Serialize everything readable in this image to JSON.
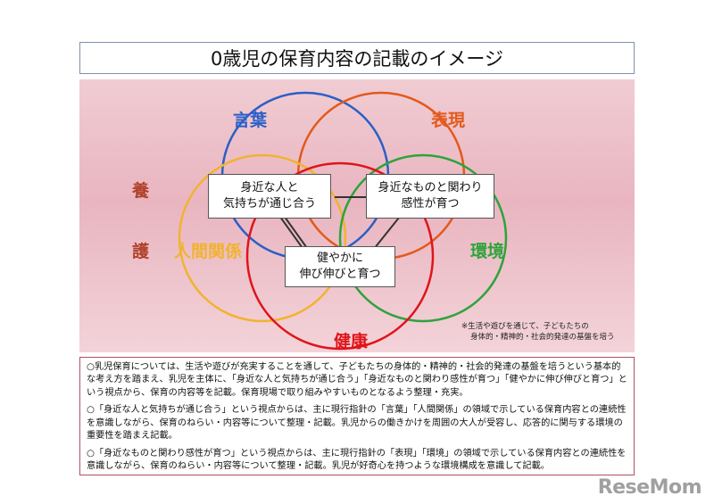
{
  "title": "0歳児の保育内容の記載のイメージ",
  "diagram": {
    "labels": {
      "kotoba": "言葉",
      "hyogen": "表現",
      "ningen": "人間関係",
      "kankyo": "環境",
      "kenko": "健康",
      "yo": "養",
      "go": "護"
    },
    "boxes": {
      "left": [
        "身近な人と",
        "気持ちが通じ合う"
      ],
      "right": [
        "身近なものと関わり",
        "感性が育つ"
      ],
      "center": [
        "健やかに",
        "伸び伸びと育つ"
      ]
    },
    "note": [
      "※生活や遊びを通じて、子どもたちの",
      "身体的・精神的・社会的発達の基盤を培う"
    ],
    "colors": {
      "kotoba": "#2a5fc7",
      "hyogen": "#e25a1c",
      "ningen": "#f1b330",
      "kankyo": "#2ea33b",
      "kenko": "#e0141a",
      "yogo": "#b0412a"
    }
  },
  "text_block": {
    "paragraphs": [
      "○乳児保育については、生活や遊びが充実することを通して、子どもたちの身体的・精神的・社会的発達の基盤を培うという基本的な考え方を踏まえ、乳児を主体に、「身近な人と気持ちが通じ合う」「身近なものと関わり感性が育つ」「健やかに伸び伸びと育つ」という視点から、保育の内容等を記載。保育現場で取り組みやすいものとなるよう整理・充実。",
      "○「身近な人と気持ちが通じ合う」という視点からは、主に現行指針の「言葉」「人間関係」の領域で示している保育内容との連続性を意識しながら、保育のねらい・内容等について整理・記載。乳児からの働きかけを周囲の大人が受容し、応答的に関与する環境の重要性を踏まえ記載。",
      "○「身近なものと関わり感性が育つ」という視点からは、主に現行指針の「表現」「環境」の領域で示している保育内容との連続性を意識しながら、保育のねらい・内容等について整理・記載。乳児が好奇心を持つような環境構成を意識して記載。"
    ]
  },
  "logo": "ReseMom"
}
